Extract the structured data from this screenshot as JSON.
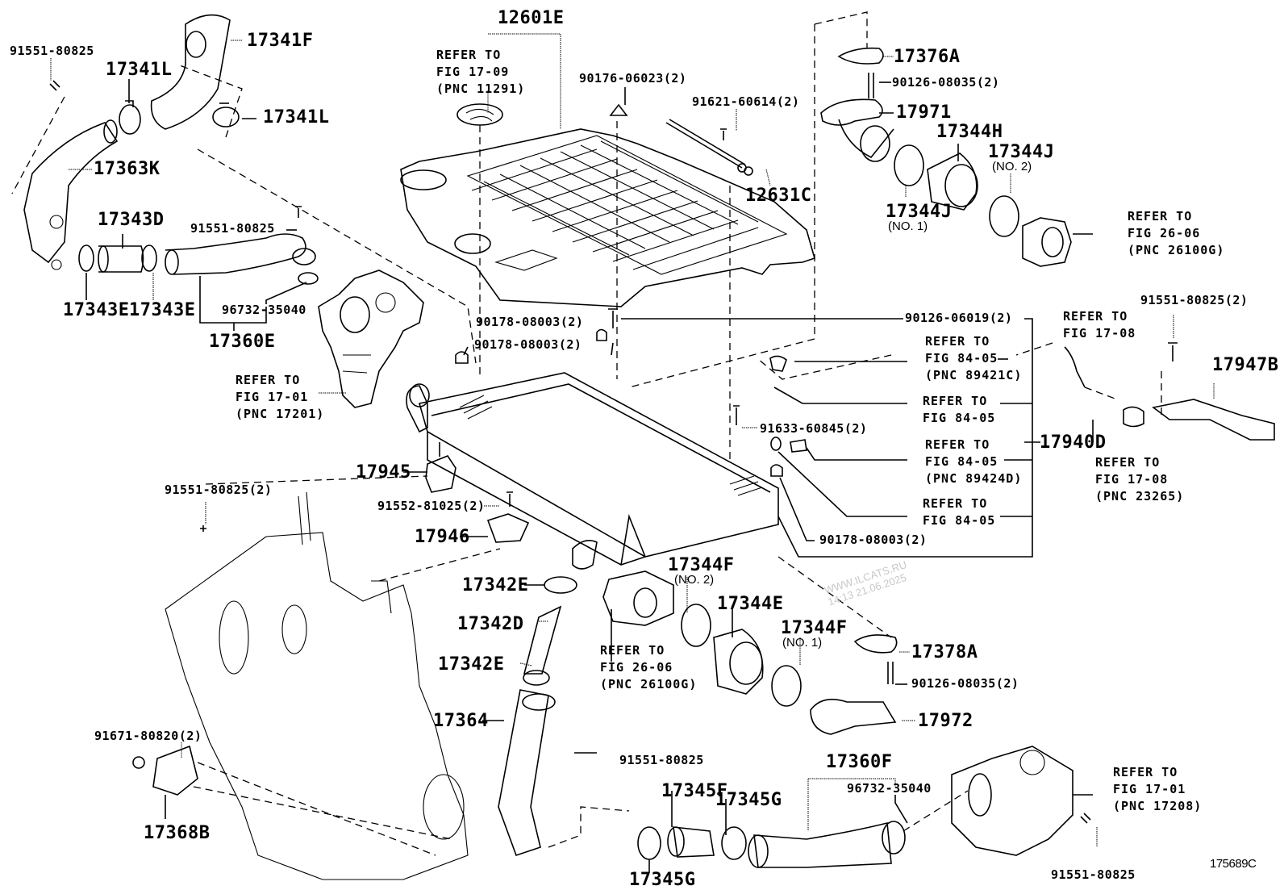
{
  "diagram": {
    "figure_code": "175689C",
    "watermark": {
      "line1": "WWW.ILCATS.RU",
      "line2": "14:13 21.06.2025"
    },
    "parts": {
      "p12601E": "12601E",
      "p12631C": "12631C",
      "p17341F": "17341F",
      "p17341L_a": "17341L",
      "p17341L_b": "17341L",
      "p17363K": "17363K",
      "p17343D": "17343D",
      "p17343E_a": "17343E",
      "p17343E_b": "17343E",
      "p17360E": "17360E",
      "p17376A": "17376A",
      "p17971": "17971",
      "p17344H": "17344H",
      "p17344J_1": "17344J",
      "p17344J_1_sub": "(NO. 1)",
      "p17344J_2": "17344J",
      "p17344J_2_sub": "(NO. 2)",
      "p17940D": "17940D",
      "p17947B": "17947B",
      "p17945": "17945",
      "p17946": "17946",
      "p17342E_a": "17342E",
      "p17342D": "17342D",
      "p17342E_b": "17342E",
      "p17364": "17364",
      "p17344F_2": "17344F",
      "p17344F_2_sub": "(NO. 2)",
      "p17344E": "17344E",
      "p17344F_1": "17344F",
      "p17344F_1_sub": "(NO. 1)",
      "p17378A": "17378A",
      "p17972": "17972",
      "p17368B": "17368B",
      "p17345F": "17345F",
      "p17345G_a": "17345G",
      "p17345G_b": "17345G",
      "p17360F": "17360F"
    },
    "fasteners": {
      "f91551_80825_tl": "91551-80825",
      "f91551_80825_mid": "91551-80825",
      "f96732_35040_a": "96732-35040",
      "f90176_06023": "90176-06023(2)",
      "f91621_60614": "91621-60614(2)",
      "f90126_08035_a": "90126-08035(2)",
      "f90178_08003_a": "90178-08003(2)",
      "f90178_08003_b": "90178-08003(2)",
      "f90126_06019": "90126-06019(2)",
      "f91633_60845": "91633-60845(2)",
      "f90178_08003_c": "90178-08003(2)",
      "f91551_80825_r": "91551-80825(2)",
      "f91551_80825_l": "91551-80825(2)",
      "f91552_81025": "91552-81025(2)",
      "f90126_08035_b": "90126-08035(2)",
      "f91671_80820": "91671-80820(2)",
      "f91551_80825_b1": "91551-80825",
      "f96732_35040_b": "96732-35040",
      "f91551_80825_b2": "91551-80825"
    },
    "references": {
      "r_fig1709": "REFER TO\nFIG 17-09\n(PNC 11291)",
      "r_fig2606_a": "REFER TO\nFIG 26-06\n(PNC 26100G)",
      "r_fig1701_a": "REFER TO\nFIG 17-01\n(PNC 17201)",
      "r_fig8405_a": "REFER TO\nFIG 84-05\n(PNC 89421C)",
      "r_fig8405_b": "REFER TO\nFIG 84-05",
      "r_fig8405_c": "REFER TO\nFIG 84-05\n(PNC 89424D)",
      "r_fig8405_d": "REFER TO\nFIG 84-05",
      "r_fig1708_a": "REFER TO\nFIG 17-08",
      "r_fig1708_b": "REFER TO\nFIG 17-08\n(PNC 23265)",
      "r_fig2606_b": "REFER TO\nFIG 26-06\n(PNC 26100G)",
      "r_fig1701_b": "REFER TO\nFIG 17-01\n(PNC 17208)"
    }
  }
}
